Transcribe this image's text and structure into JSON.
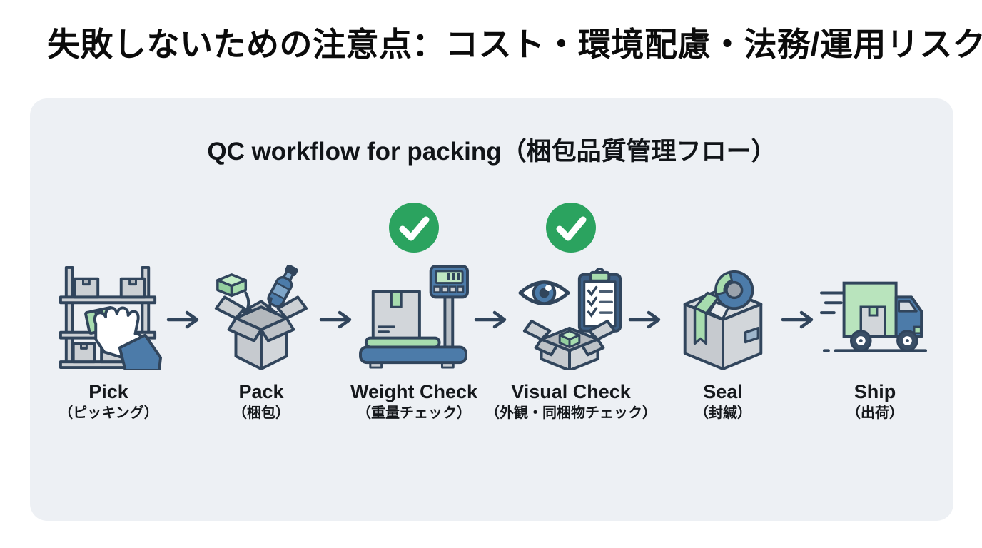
{
  "slide": {
    "title": "失敗しないための注意点：コスト・環境配慮・法務/運用リスク"
  },
  "panel": {
    "title": "QC workflow for packing（梱包品質管理フロー）",
    "steps": [
      {
        "label_en": "Pick",
        "label_ja": "（ピッキング）",
        "icon": "warehouse-shelf-picking-icon",
        "passed_check": false
      },
      {
        "label_en": "Pack",
        "label_ja": "（梱包）",
        "icon": "open-box-packing-icon",
        "passed_check": false
      },
      {
        "label_en": "Weight Check",
        "label_ja": "（重量チェック）",
        "icon": "weighing-scale-icon",
        "passed_check": true
      },
      {
        "label_en": "Visual Check",
        "label_ja": "（外観・同梱物チェック）",
        "icon": "eye-clipboard-inspection-icon",
        "passed_check": true
      },
      {
        "label_en": "Seal",
        "label_ja": "（封緘）",
        "icon": "tape-sealed-box-icon",
        "passed_check": false
      },
      {
        "label_en": "Ship",
        "label_ja": "（出荷）",
        "icon": "delivery-truck-icon",
        "passed_check": false
      }
    ],
    "connector_icon": "right-arrow-icon",
    "check_icon": "check-circle-icon"
  },
  "colors": {
    "background": "#ffffff",
    "panel_bg": "#edf0f4",
    "outline_navy": "#31455c",
    "box_gray": "#ccd0d4",
    "box_gray_dark": "#bdc2c7",
    "accent_green": "#a7dcae",
    "accent_green_dark": "#8fc89a",
    "screen_green": "#bfe6c3",
    "check_green": "#2ba35f",
    "accent_blue": "#4c7ba9",
    "title_text": "#0b0b0b"
  }
}
